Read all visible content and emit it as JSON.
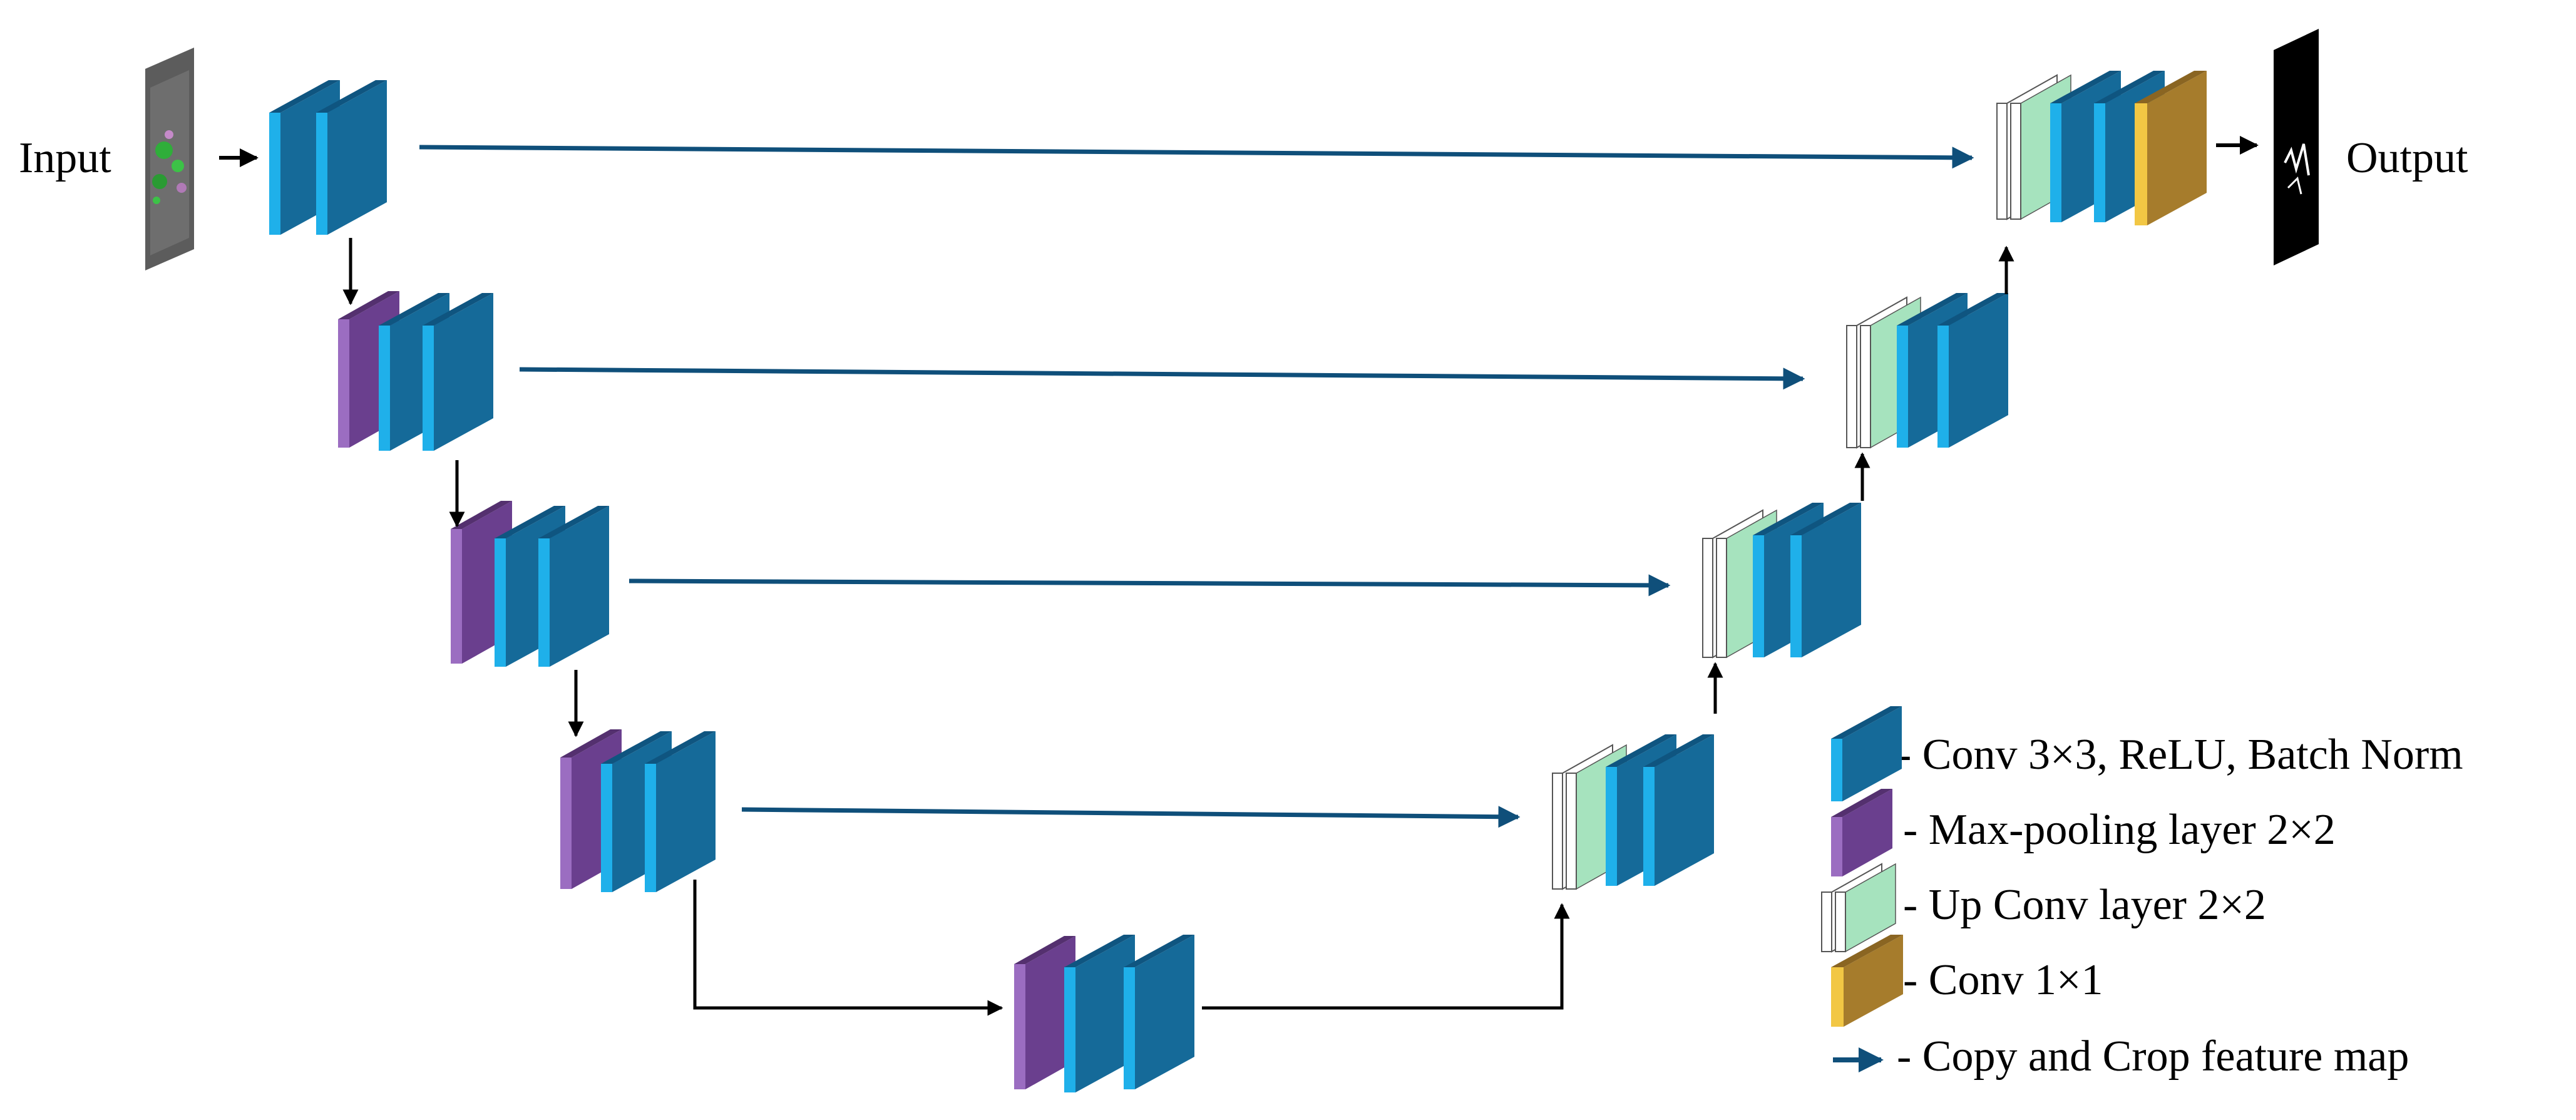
{
  "input_label": "Input",
  "output_label": "Output",
  "legend": {
    "conv": "- Conv 3×3, ReLU, Batch Norm",
    "maxpool": "- Max-pooling layer 2×2",
    "upconv": "- Up Conv layer 2×2",
    "conv1x1": "- Conv 1×1",
    "copy_crop": "- Copy and Crop feature map"
  },
  "colors": {
    "conv_face": "#156a99",
    "conv_edge": "#1fb0ea",
    "conv_side": "#0f5580",
    "maxpool_face": "#6a3f8e",
    "maxpool_edge": "#9b6dc1",
    "upconv_face": "#a6e3be",
    "upconv_side": "#7fcf9f",
    "conv1x1_face": "#a67c2c",
    "conv1x1_edge": "#f2c744",
    "skip_arrow": "#0f4f7a",
    "flow_arrow": "#000000"
  },
  "icons": {
    "input_image": "microscopy-image-icon",
    "output_image": "segmentation-mask-icon"
  }
}
